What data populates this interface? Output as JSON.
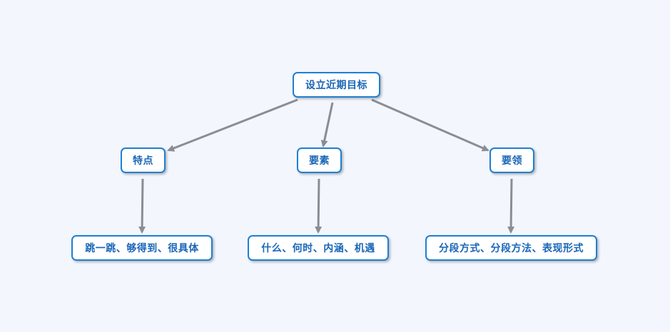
{
  "colors": {
    "background": "#f3f6fd",
    "node_border": "#1f7fd3",
    "node_fill": "#ffffff",
    "node_text": "#1a66b8",
    "edge": "#8a8d93"
  },
  "nodes": {
    "root": "设立近期目标",
    "tedian": "特点",
    "yaosu": "要素",
    "yaoling": "要领",
    "leaf1": "跳一跳、够得到、很具体",
    "leaf2": "什么、何时、内涵、机遇",
    "leaf3": "分段方式、分段方法、表现形式"
  },
  "edges": [
    {
      "from": "root",
      "to": "tedian"
    },
    {
      "from": "root",
      "to": "yaosu"
    },
    {
      "from": "root",
      "to": "yaoling"
    },
    {
      "from": "tedian",
      "to": "leaf1"
    },
    {
      "from": "yaosu",
      "to": "leaf2"
    },
    {
      "from": "yaoling",
      "to": "leaf3"
    }
  ]
}
